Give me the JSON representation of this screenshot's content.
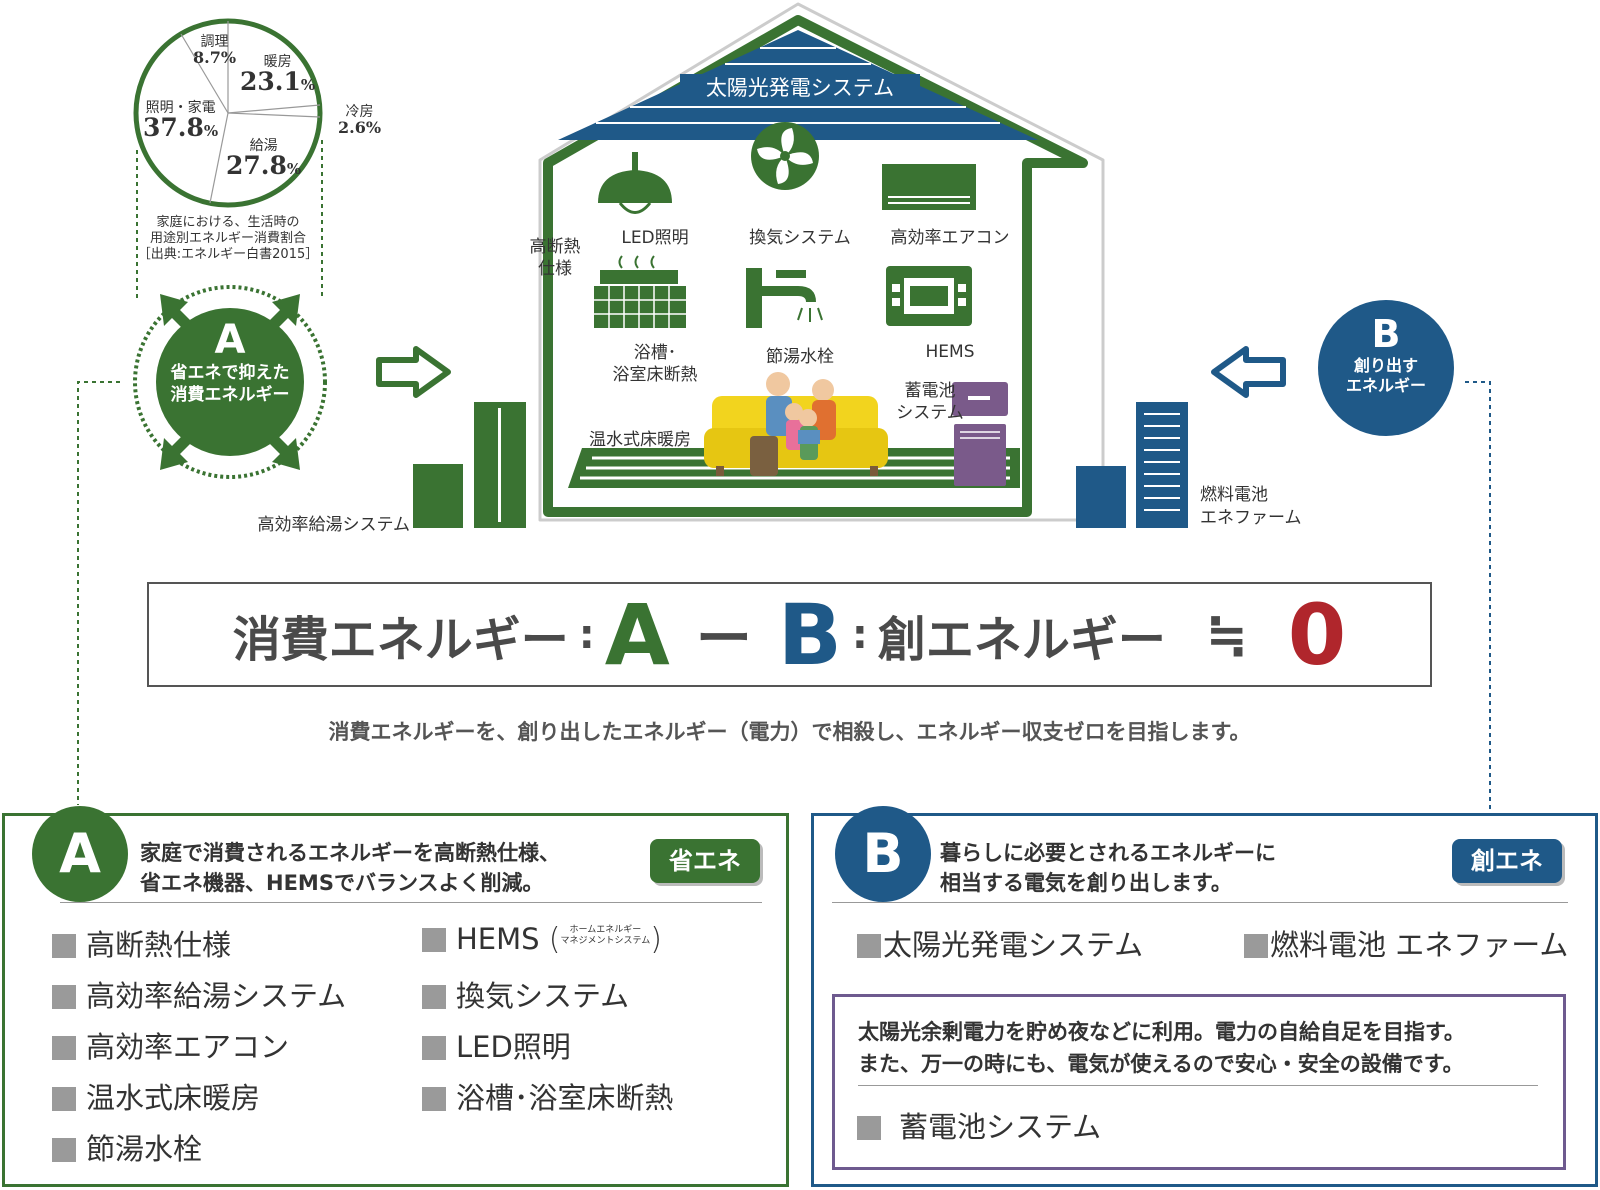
{
  "pie": {
    "slices": [
      {
        "label": "調理",
        "value": "8.7",
        "unit": "%"
      },
      {
        "label": "暖房",
        "value": "23.1",
        "unit": "%"
      },
      {
        "label": "冷房",
        "value": "2.6",
        "unit": "%"
      },
      {
        "label": "給湯",
        "value": "27.8",
        "unit": "%"
      },
      {
        "label": "照明・家電",
        "value": "37.8",
        "unit": "%"
      }
    ],
    "caption": [
      "家庭における、生活時の",
      "用途別エネルギー消費割合",
      "［出典:エネルギー白書2015］"
    ]
  },
  "circle_a": {
    "letter": "A",
    "line1": "省エネで抑えた",
    "line2": "消費エネルギー"
  },
  "circle_b": {
    "letter": "B",
    "line1": "創り出す",
    "line2": "エネルギー"
  },
  "house": {
    "solar": "太陽光発電システム",
    "insulation": [
      "高断熱",
      "仕様"
    ],
    "items": {
      "led": "LED照明",
      "vent": "換気システム",
      "aircon": "高効率エアコン",
      "bath": [
        "浴槽･",
        "浴室床断熱"
      ],
      "faucet": "節湯水栓",
      "hems": "HEMS",
      "battery": [
        "蓄電池",
        "システム"
      ],
      "floor": "温水式床暖房"
    },
    "water_heater": "高効率給湯システム",
    "fuel_cell": [
      "燃料電池",
      "エネファーム"
    ]
  },
  "colors": {
    "green": "#3a7332",
    "blue": "#1f5988",
    "red": "#b0262c",
    "purple": "#6e5a8f",
    "gray": "#9a9a9a"
  },
  "formula": {
    "left": "消費エネルギー",
    "colon1": ":",
    "a": "A",
    "minus": "ー",
    "b": "B",
    "colon2": ":",
    "right": "創エネルギー",
    "approx": "≒",
    "zero": "0"
  },
  "subtitle": "消費エネルギーを、創り出したエネルギー（電力）で相殺し、エネルギー収支ゼロを目指します。",
  "panel_a": {
    "letter": "A",
    "desc": [
      "家庭で消費されるエネルギーを高断熱仕様、",
      "省エネ機器、HEMSでバランスよく削減。"
    ],
    "badge": "省エネ",
    "col1": [
      "高断熱仕様",
      "高効率給湯システム",
      "高効率エアコン",
      "温水式床暖房",
      "節湯水栓"
    ],
    "hems": "HEMS",
    "hems_note": [
      "ホームエネルギー",
      "マネジメントシステム"
    ],
    "col2": [
      "換気システム",
      "LED照明",
      "浴槽･浴室床断熱"
    ]
  },
  "panel_b": {
    "letter": "B",
    "desc": [
      "暮らしに必要とされるエネルギーに",
      "相当する電気を創り出します。"
    ],
    "badge": "創エネ",
    "items": [
      "太陽光発電システム",
      "燃料電池 エネファーム"
    ],
    "sub_desc": [
      "太陽光余剰電力を貯め夜などに利用。電力の自給自足を目指す。",
      "また、万一の時にも、電気が使えるので安心・安全の設備です。"
    ],
    "sub_item": "蓄電池システム"
  }
}
